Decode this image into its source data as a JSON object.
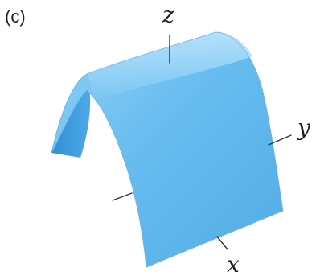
{
  "figure": {
    "panel_label": "(c)",
    "axes": {
      "x": "x",
      "y": "y",
      "z": "z"
    },
    "surface_color": "#5ab4ef"
  }
}
